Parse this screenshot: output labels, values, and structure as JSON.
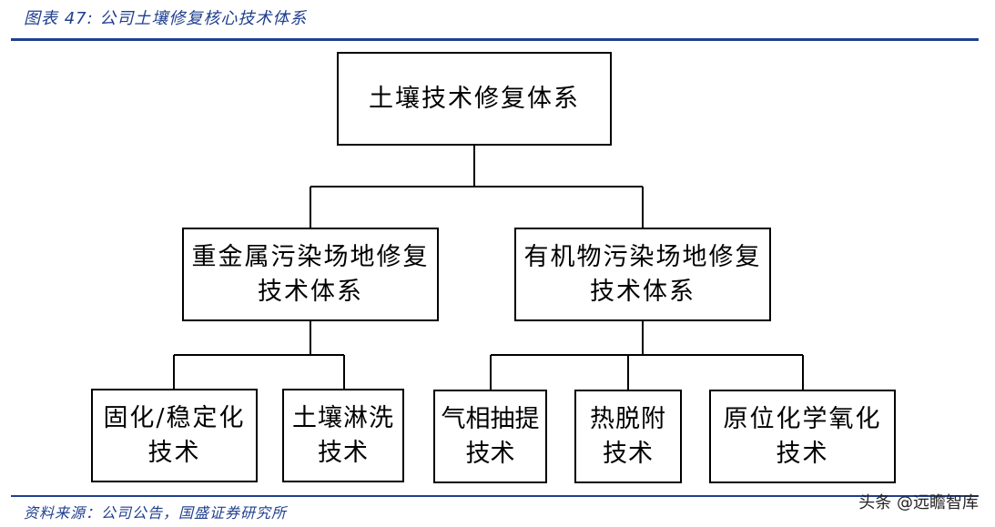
{
  "caption": "图表 47: 公司土壤修复核心技术体系",
  "source": "资料来源：公司公告，国盛证券研究所",
  "watermark": "头条 @远瞻智库",
  "diagram": {
    "root": {
      "line1": "土壤技术修复体系"
    },
    "branch_left": {
      "line1": "重金属污染场地修复",
      "line2": "技术体系"
    },
    "branch_right": {
      "line1": "有机物污染场地修复",
      "line2": "技术体系"
    },
    "leaf_1": {
      "line1": "固化/稳定化",
      "line2": "技术"
    },
    "leaf_2": {
      "line1": "土壤淋洗",
      "line2": "技术"
    },
    "leaf_3": {
      "line1": "气相抽提",
      "line2": "技术"
    },
    "leaf_4": {
      "line1": "热脱附",
      "line2": "技术"
    },
    "leaf_5": {
      "line1": "原位化学氧化",
      "line2": "技术"
    }
  }
}
